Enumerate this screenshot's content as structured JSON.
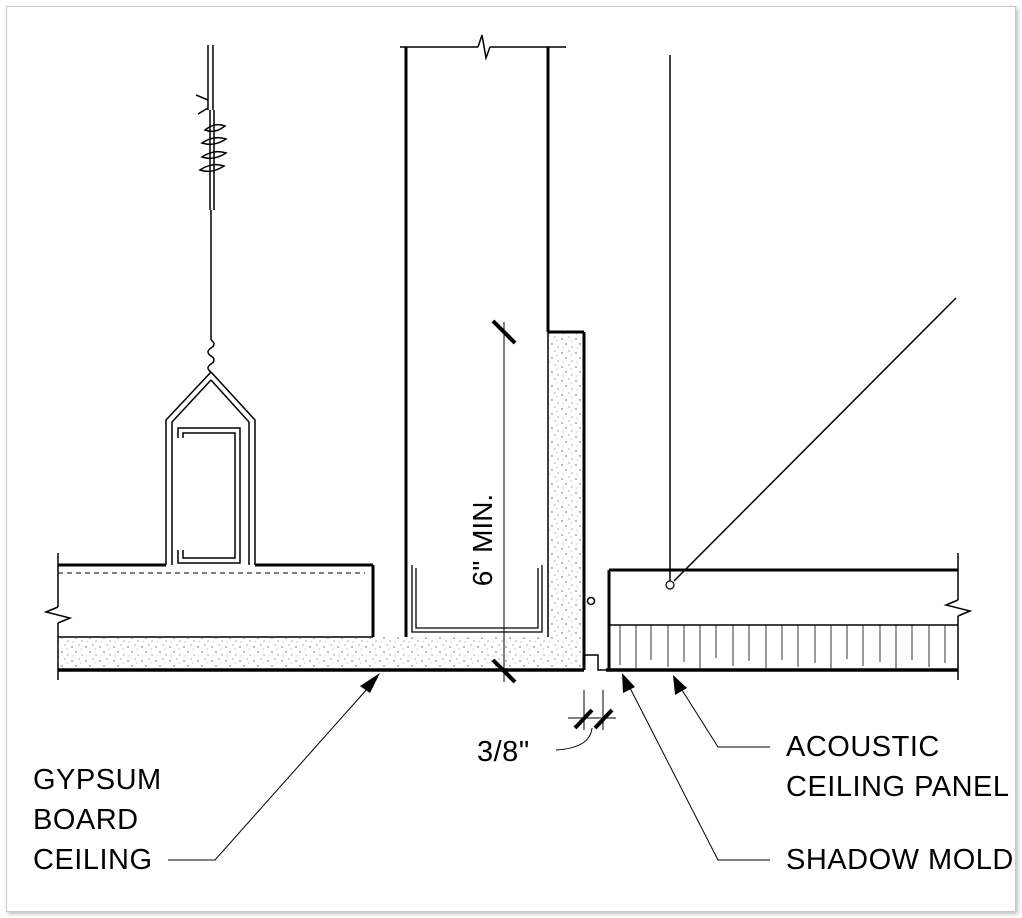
{
  "labels": {
    "gypsum": [
      "GYPSUM",
      "BOARD",
      "CEILING"
    ],
    "acoustic": [
      "ACOUSTIC",
      "CEILING PANEL"
    ],
    "shadow_mold": "SHADOW MOLD"
  },
  "dimensions": {
    "min_depth": "6\" MIN.",
    "gap": "3/8\""
  }
}
